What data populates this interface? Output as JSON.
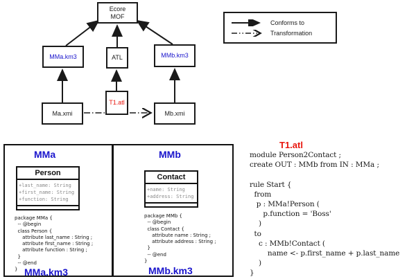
{
  "colors": {
    "blue": "#1a15cc",
    "red": "#e8150d",
    "attr_gray": "#8a8a8a"
  },
  "diagram": {
    "nodes": {
      "ecore": "Ecore\nMOF",
      "mma_km3": "MMa.km3",
      "atl": "ATL",
      "mmb_km3": "MMb.km3",
      "ma_xmi": "Ma.xmi",
      "t1_atl": "T1.atl",
      "mb_xmi": "Mb.xmi"
    }
  },
  "legend": {
    "conforms_label": "Conforms to",
    "transformation_label": "Transformation"
  },
  "panel": {
    "mma": {
      "title": "MMa",
      "class_name": "Person",
      "attributes": [
        "+last_name: String",
        "+first_name: String",
        "+function: String"
      ],
      "code": "package MMa {\n  -- @begin\n  class Person {\n     attribute last_name : String ;\n     attribute first_name : String ;\n     attribute function : String ;\n  }\n  -- @end\n}",
      "footer": "MMa.km3"
    },
    "mmb": {
      "title": "MMb",
      "class_name": "Contact",
      "attributes": [
        "+name: String",
        "+address: String"
      ],
      "code": "package MMb {\n  -- @begin\n  class Contact {\n     attribute name : String ;\n     attribute address : String ;\n  }\n  -- @end\n}",
      "footer": "MMb.km3"
    }
  },
  "atl_listing": {
    "title": "T1.atl",
    "code": "module Person2Contact ;\ncreate OUT : MMb from IN : MMa ;\n\nrule Start {\n  from\n   p : MMa!Person (\n      p.function = 'Boss'\n    )\n  to\n    c : MMb!Contact (\n        name <- p.first_name + p.last_name\n    )\n}"
  }
}
